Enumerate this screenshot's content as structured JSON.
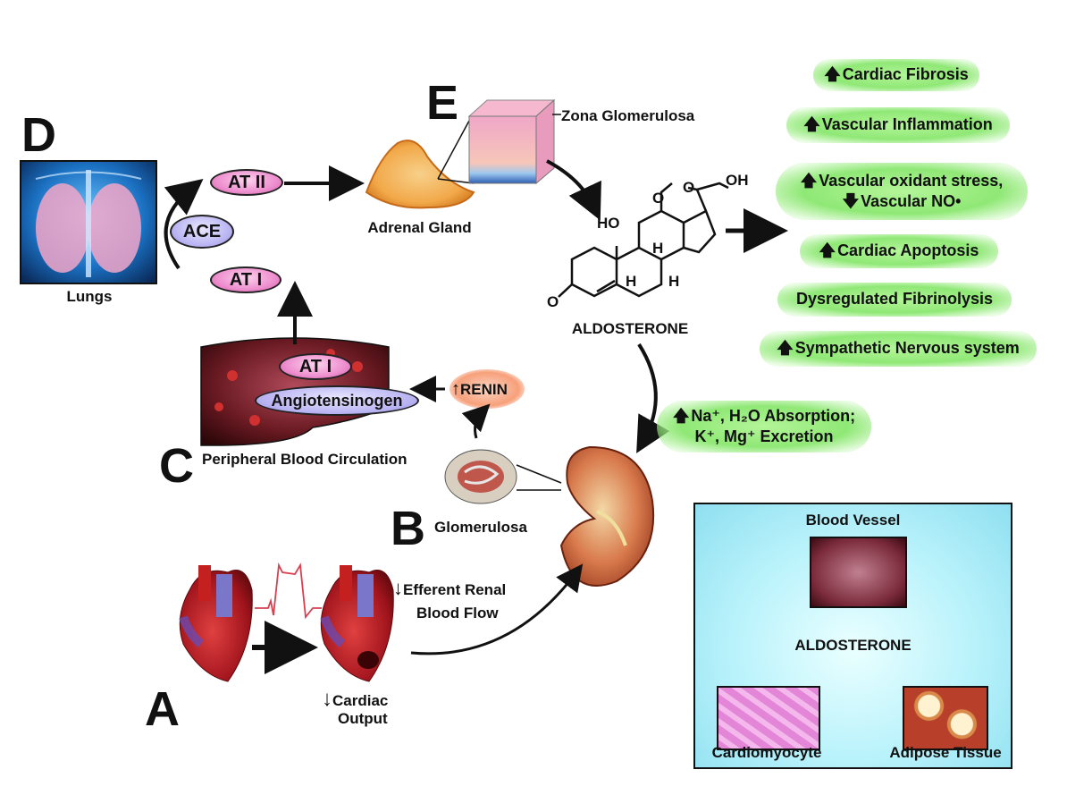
{
  "letters": {
    "a": "A",
    "b": "B",
    "c": "C",
    "d": "D",
    "e": "E"
  },
  "labels": {
    "lungs": "Lungs",
    "adrenal_gland": "Adrenal Gland",
    "zona_glomerulosa": "Zona Glomerulosa",
    "aldosterone": "ALDOSTERONE",
    "peripheral": "Peripheral Blood Circulation",
    "glomerulosa": "Glomerulosa",
    "efferent_line1": "Efferent Renal",
    "efferent_line2": "Blood Flow",
    "cardiac_line1": "Cardiac",
    "cardiac_line2": "Output",
    "down_arrow": "↓",
    "renin": "RENIN",
    "renin_arrow": "↑"
  },
  "pills": {
    "at2": "AT II",
    "ace": "ACE",
    "at1_top": "AT I",
    "at1_center": "AT I",
    "angiotensinogen": "Angiotensinogen"
  },
  "effects": [
    {
      "arrow": "🡅",
      "text": "Cardiac Fibrosis"
    },
    {
      "arrow": "🡅",
      "text": "Vascular Inflammation"
    },
    {
      "arrow": "🡅",
      "text": "Vascular oxidant stress,",
      "arrow2": "🡇",
      "text2": "Vascular NO•"
    },
    {
      "arrow": "🡅",
      "text": "Cardiac Apoptosis"
    },
    {
      "arrow": "",
      "text": "Dysregulated Fibrinolysis"
    },
    {
      "arrow": "🡅",
      "text": "Sympathetic Nervous system"
    }
  ],
  "kidney_effect": {
    "arrow": "🡅",
    "line1": "Na⁺, H₂O Absorption;",
    "line2": "K⁺, Mg⁺ Excretion"
  },
  "molecule": {
    "ho": "HO",
    "oh": "OH",
    "h1": "H",
    "h2": "H",
    "h3": "H",
    "o1": "O",
    "o2": "O",
    "o3": "O"
  },
  "panel": {
    "title": "Blood Vessel",
    "center": "ALDOSTERONE",
    "left": "Cardiomyocyte",
    "right": "Adipose Tissue"
  },
  "colors": {
    "pink_pill": "#ee8fcf",
    "lavender_pill": "#b9b4f2",
    "effect_green": "#8fe875",
    "panel_blue": "#b8f2fb",
    "renin_orange": "#f7a07a"
  }
}
